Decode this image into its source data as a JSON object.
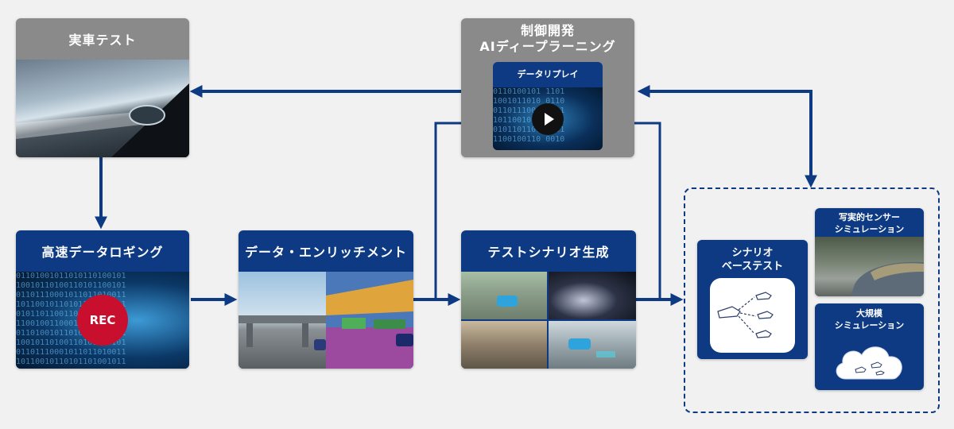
{
  "nodes": {
    "real_car_test": "実車テスト",
    "control_dev_line1": "制御開発",
    "control_dev_line2": "AIディープラーニング",
    "data_replay": "データリプレイ",
    "high_speed_logging": "高速データロギング",
    "rec_label": "REC",
    "data_enrichment": "データ・エンリッチメント",
    "test_scenario": "テストシナリオ生成",
    "scenario_based_line1": "シナリオ",
    "scenario_based_line2": "ベーステスト",
    "photoreal_line1": "写実的センサー",
    "photoreal_line2": "シミュレーション",
    "large_scale_line1": "大規模",
    "large_scale_line2": "シミュレーション"
  },
  "colors": {
    "primary_blue": "#0d3a83",
    "gray_box": "#8a8a8a",
    "rec_red": "#c8102e",
    "background": "#f1f1f1"
  },
  "icons": [
    "play-icon",
    "cloud-icon",
    "car-icon"
  ]
}
